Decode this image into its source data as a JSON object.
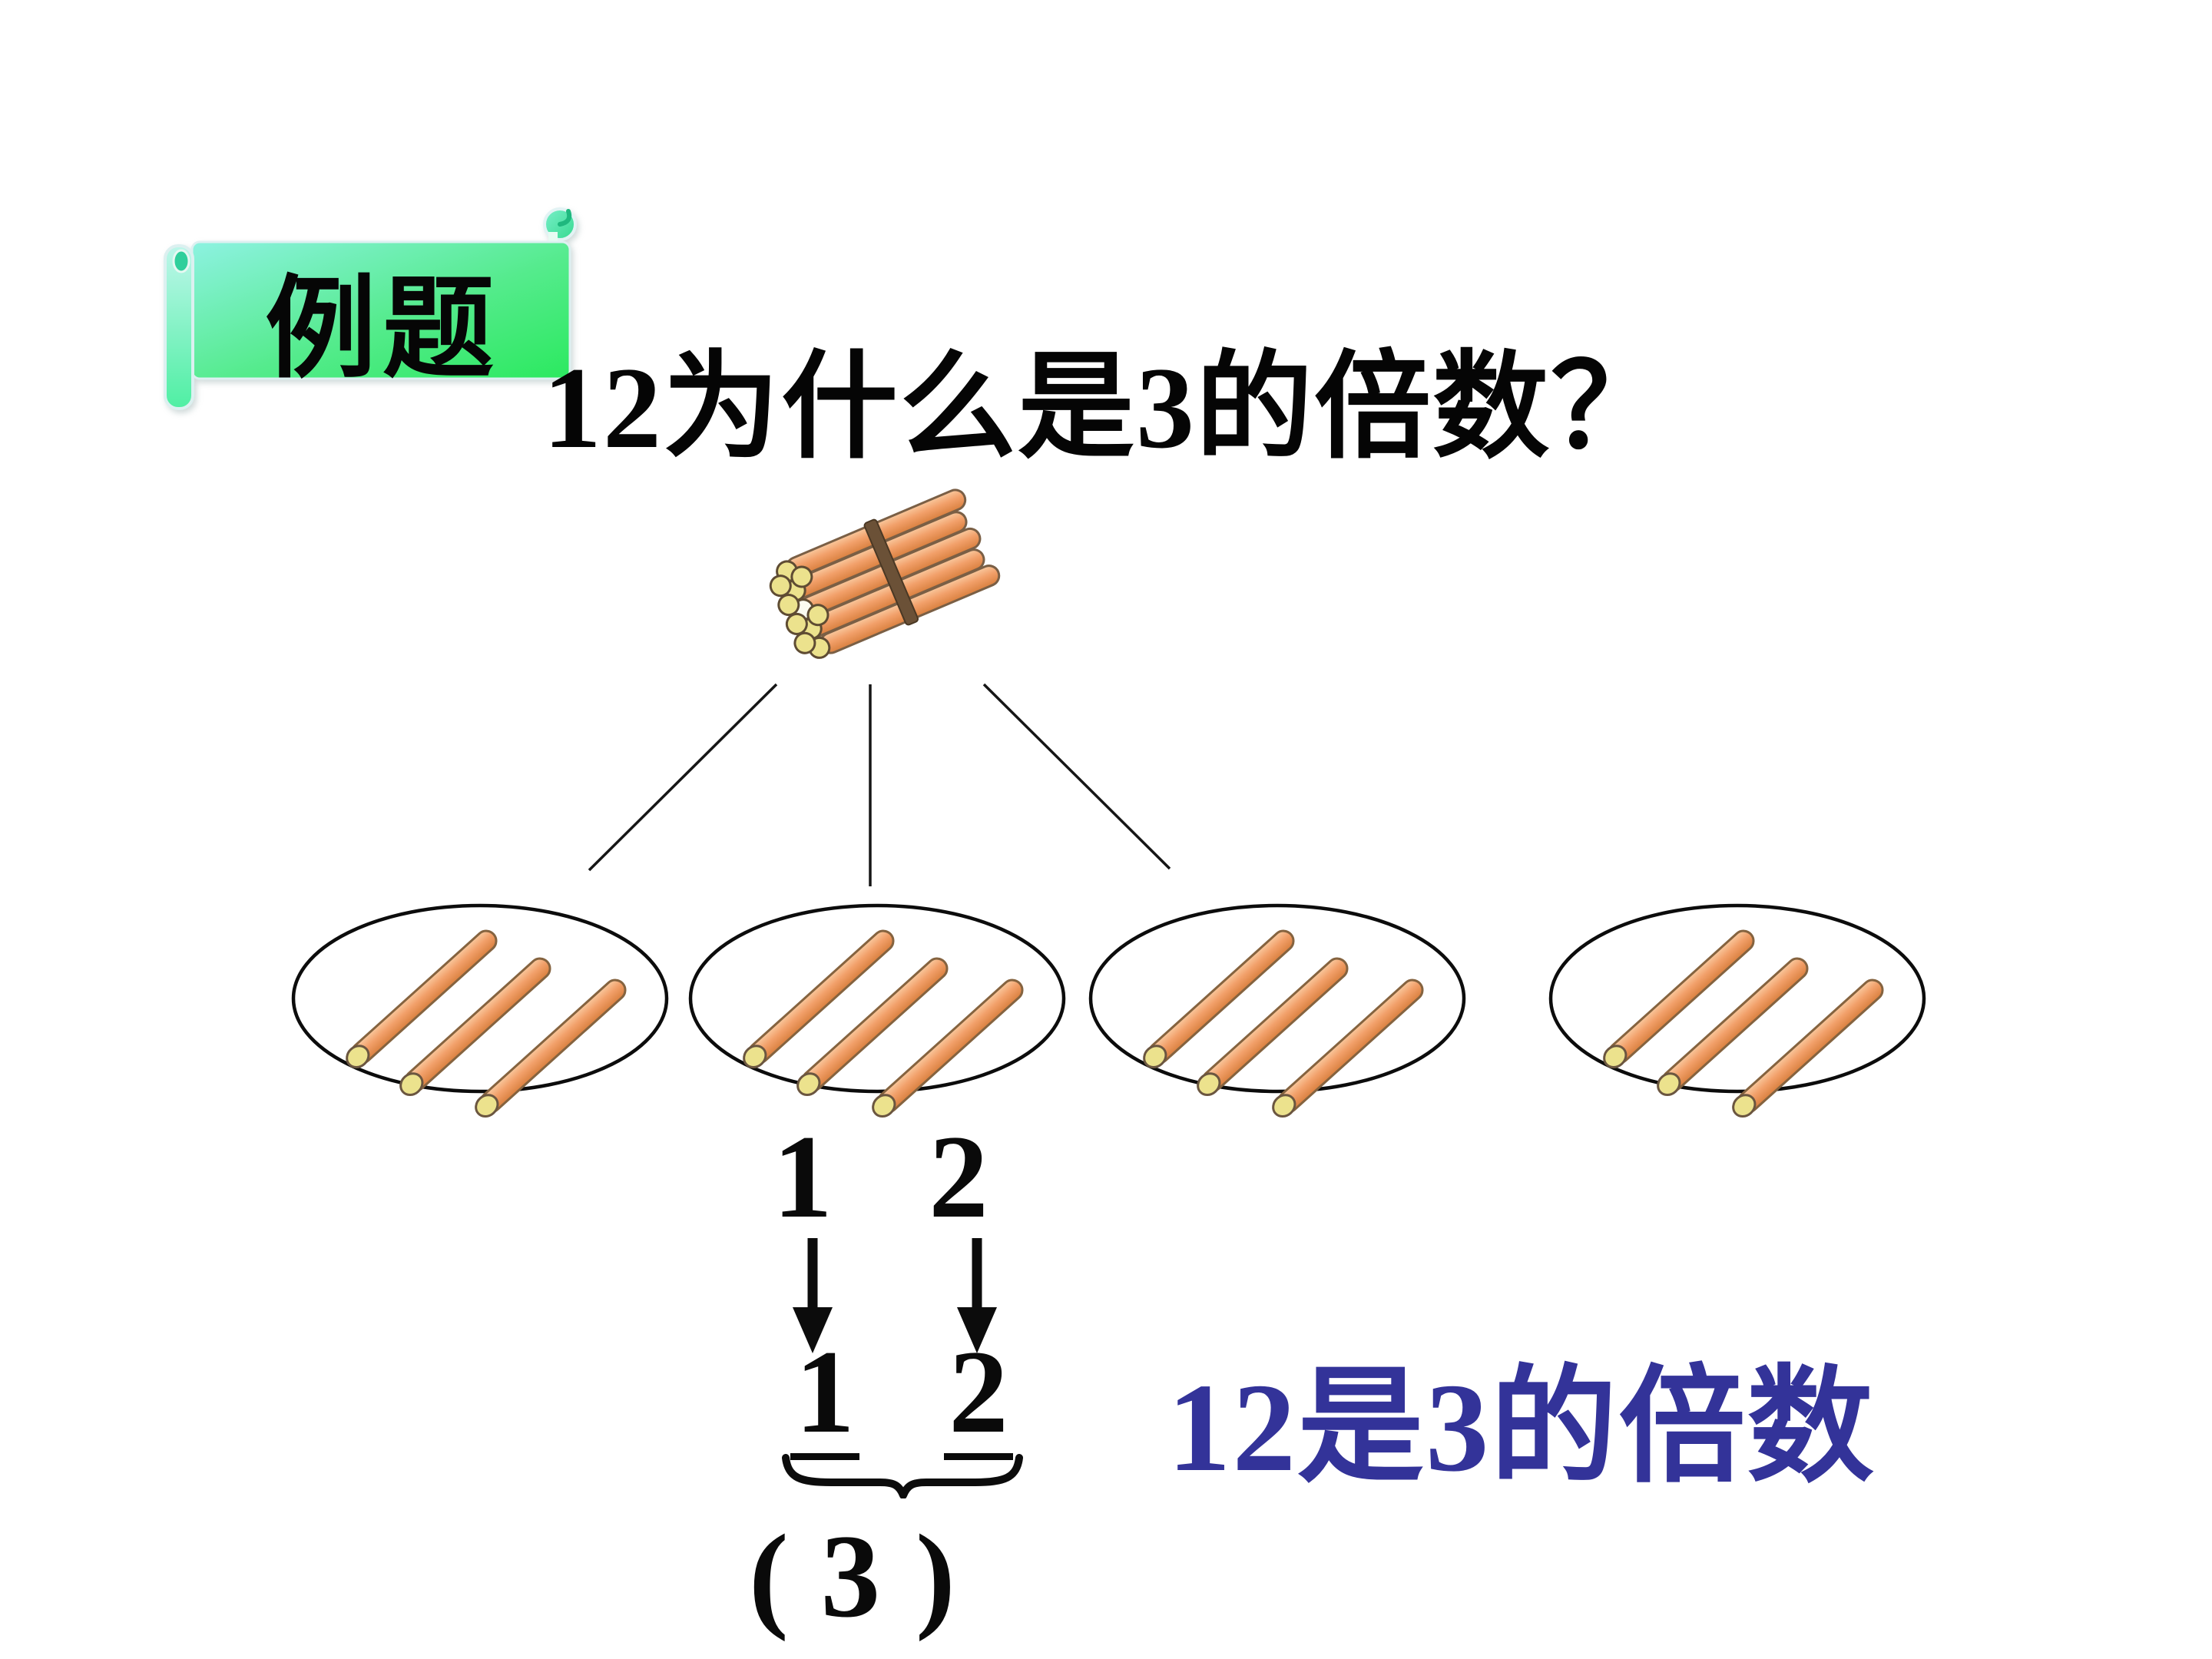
{
  "banner": {
    "label": "例题",
    "gradient_top_left": "#8df2e1",
    "gradient_bottom_right": "#2be95f"
  },
  "title": {
    "text": "12为什么是3的倍数？"
  },
  "diagram": {
    "bundle_description": "bundle of 12 small orange sticks tied together",
    "bundle_stick_count": 12,
    "group_count": 4,
    "groups": [
      {
        "sticks": 3
      },
      {
        "sticks": 3
      },
      {
        "sticks": 3
      },
      {
        "sticks": 3
      }
    ],
    "stick_body_color": "#f2a06a",
    "stick_end_color": "#ece28d"
  },
  "decomposition": {
    "top_digits": [
      "1",
      "2"
    ],
    "bottom_digits": [
      "1",
      "2"
    ],
    "answer_open": "(",
    "answer_value": "3",
    "answer_close": ")"
  },
  "conclusion": {
    "text": "12是3的倍数",
    "color": "#333399"
  }
}
